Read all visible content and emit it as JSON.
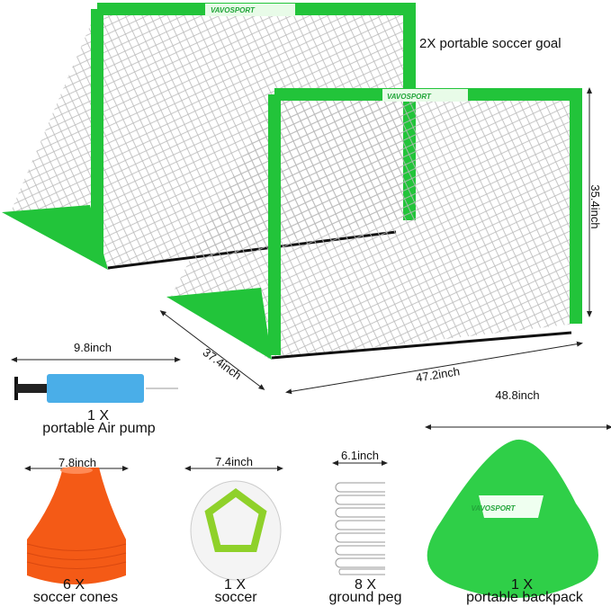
{
  "headline": "2X  portable soccer goal",
  "brand": "VAVOSPORT",
  "colors": {
    "green": "#22c43a",
    "orange": "#f45a16",
    "blue": "#4aaee8"
  },
  "dimensions": {
    "goal_height": "35.4inch",
    "goal_width": "47.2inch",
    "goal_depth": "37.4inch",
    "pump": "9.8inch",
    "cones": "7.8inch",
    "ball": "7.4inch",
    "peg": "6.1inch",
    "backpack": "48.8inch"
  },
  "items": [
    {
      "qty": "1 X",
      "name": "portable Air pump"
    },
    {
      "qty": "6 X",
      "name": "soccer cones"
    },
    {
      "qty": "1 X",
      "name": "soccer"
    },
    {
      "qty": "8 X",
      "name": "ground peg"
    },
    {
      "qty": "1 X",
      "name": "portable backpack"
    }
  ]
}
